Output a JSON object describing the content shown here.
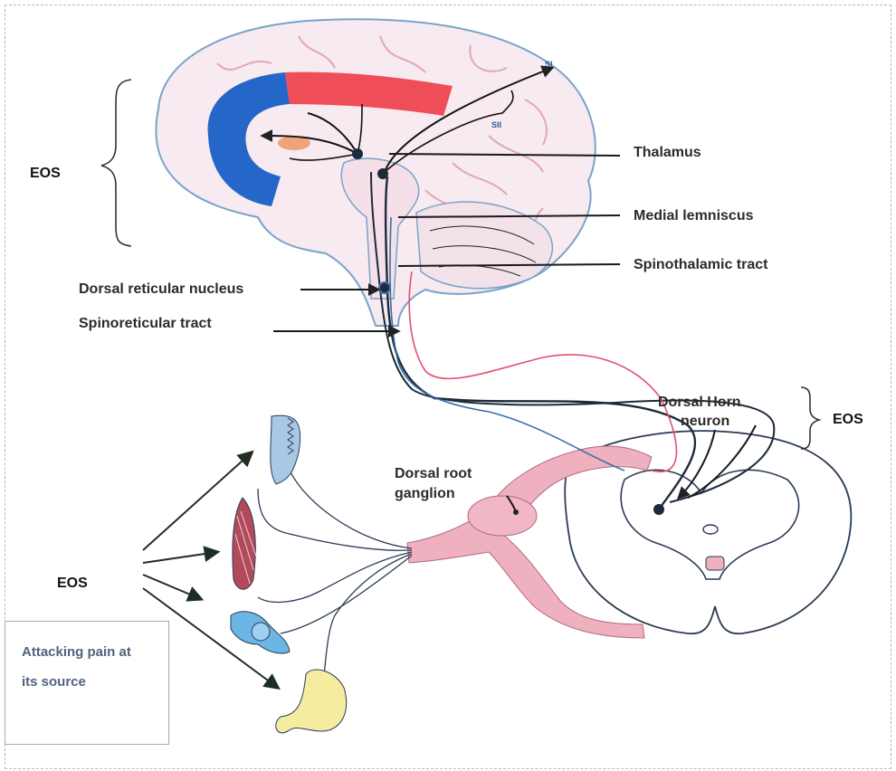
{
  "labels": {
    "thalamus": "Thalamus",
    "medial_lemniscus": "Medial lemniscus",
    "spinothalamic": "Spinothalamic tract",
    "dorsal_reticular": "Dorsal reticular nucleus",
    "spinoreticular": "Spinoreticular tract",
    "dorsal_horn_1": "Dorsal Horn",
    "dorsal_horn_2": "neuron",
    "drg_1": "Dorsal root",
    "drg_2": "ganglion",
    "si": "SI",
    "sii": "SII"
  },
  "eos": {
    "brain": "EOS",
    "spinal": "EOS",
    "periphery": "EOS"
  },
  "callout": {
    "line1": "Attacking pain at",
    "line2": "its source"
  },
  "colors": {
    "pathway_dark": "#1c2a3a",
    "pathway_blue": "#3a6ea8",
    "pathway_red": "#e0526b",
    "brain_fill": "#f6e8ee",
    "cortex_blue": "#2467c9",
    "cortex_red": "#ef4d57",
    "root_pink": "#efb0bf"
  }
}
